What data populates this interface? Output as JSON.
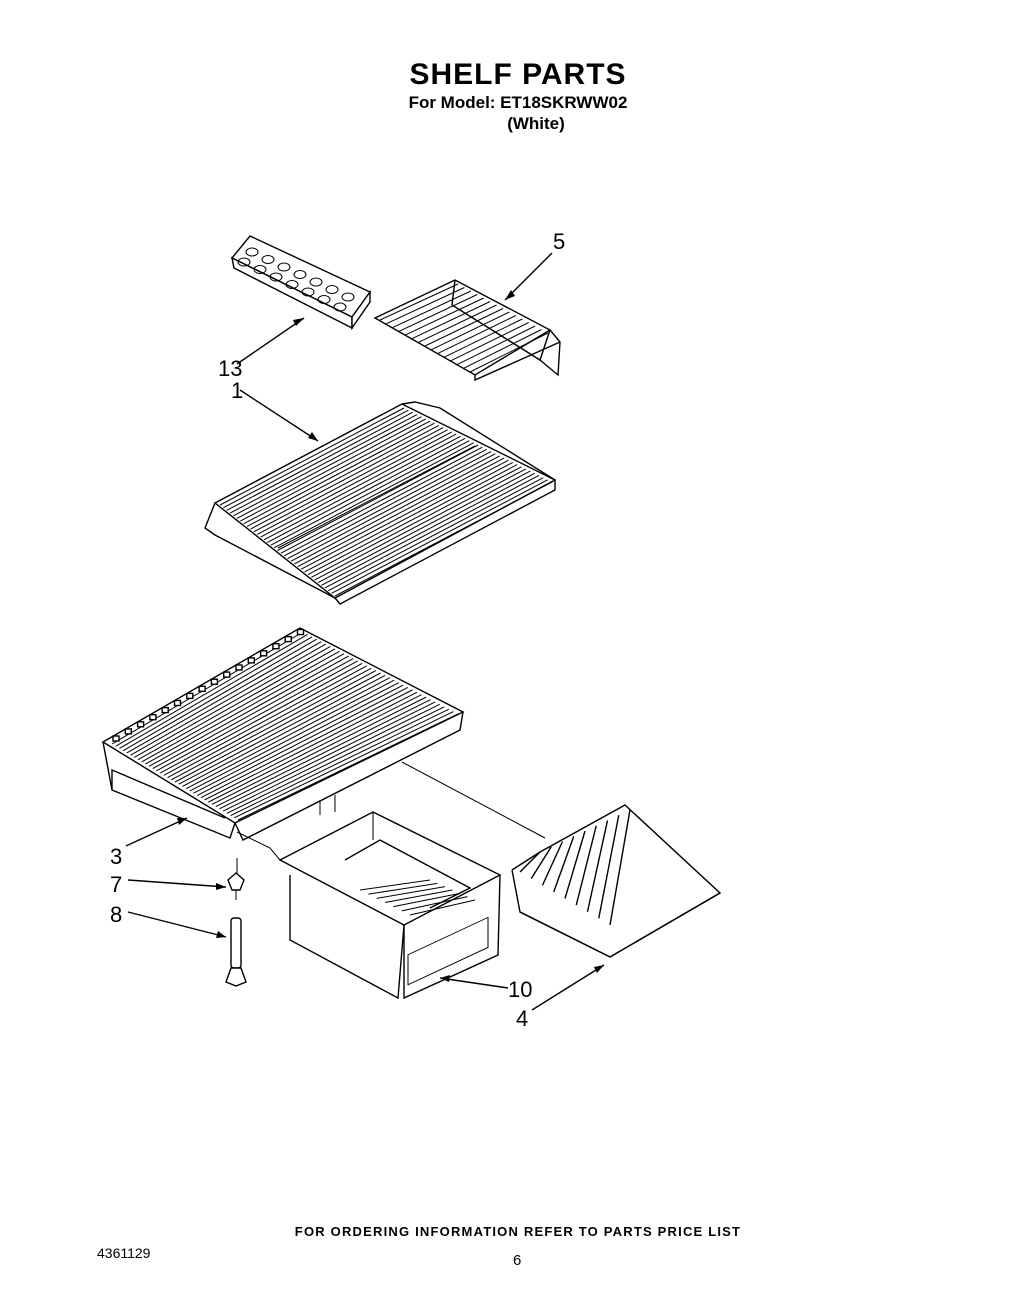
{
  "title": "SHELF PARTS",
  "model_line": "For Model: ET18SKRWW02",
  "color_line": "(White)",
  "callouts": {
    "p5": "5",
    "p13": "13",
    "p1": "1",
    "p3": "3",
    "p7": "7",
    "p8": "8",
    "p10": "10",
    "p4": "4"
  },
  "footer_note": "FOR ORDERING INFORMATION REFER TO PARTS PRICE LIST",
  "doc_number": "4361129",
  "page_number": "6"
}
